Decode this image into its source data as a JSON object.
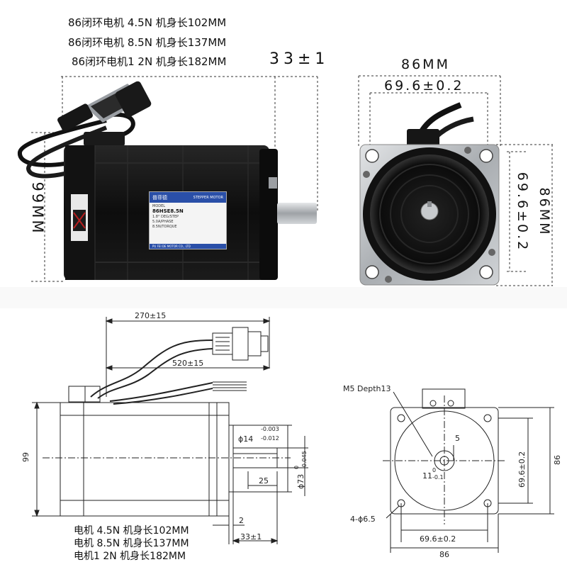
{
  "top_spec_lines": [
    "86闭环电机 4.5N 机身长102MM",
    "86闭环电机 8.5N 机身长137MM",
    "86闭环电机1 2N 机身长182MM"
  ],
  "photo_dims": {
    "shaft_length": "33±1",
    "height_side": "99MM",
    "face_width": "86MM",
    "hole_spacing_horizontal": "69.6±0.2",
    "hole_spacing_vertical": "69.6±0.2",
    "face_height": "86MM"
  },
  "nameplate": {
    "brand": "普菲德",
    "tag": "STEPPER MOTOR",
    "model_label": "MODEL",
    "model": "86HSE8.5N",
    "step": "1.8° DEG/STEP",
    "current": "5.0A/PHASE",
    "torque": "8.5N/TORQUE",
    "maker": "PU FEI DE MOTOR CO., LTD"
  },
  "drawing_side": {
    "cable_length_1": "270±15",
    "cable_length_2": "520±15",
    "height": "99",
    "shaft_dia": "ϕ14",
    "shaft_tol_upper": "-0.003",
    "shaft_tol_lower": "-0.012",
    "boss_dia": "ϕ73",
    "boss_tol_upper": "0",
    "boss_tol_lower": "-0.045",
    "key_length": "25",
    "flange_thickness": "2",
    "shaft_length": "33±1"
  },
  "drawing_front": {
    "tap_note": "M5 Depth13",
    "key_depth": "5",
    "flat_dim": "11",
    "flat_tol_upper": "0",
    "flat_tol_lower": "-0.1",
    "holes": "4-ϕ6.5",
    "hole_spacing_vertical": "69.6±0.2",
    "hole_spacing_horizontal": "69.6±0.2",
    "outer_vertical": "86",
    "outer_horizontal": "86"
  },
  "bottom_spec_lines": [
    "电机 4.5N 机身长102MM",
    "电机 8.5N 机身长137MM",
    "电机1 2N 机身长182MM"
  ],
  "colors": {
    "motor_body": "#141414",
    "motor_highlight": "#2c2c2c",
    "metal": "#b9bcbf",
    "label_blue": "#2a4fa8",
    "line": "#222222"
  }
}
